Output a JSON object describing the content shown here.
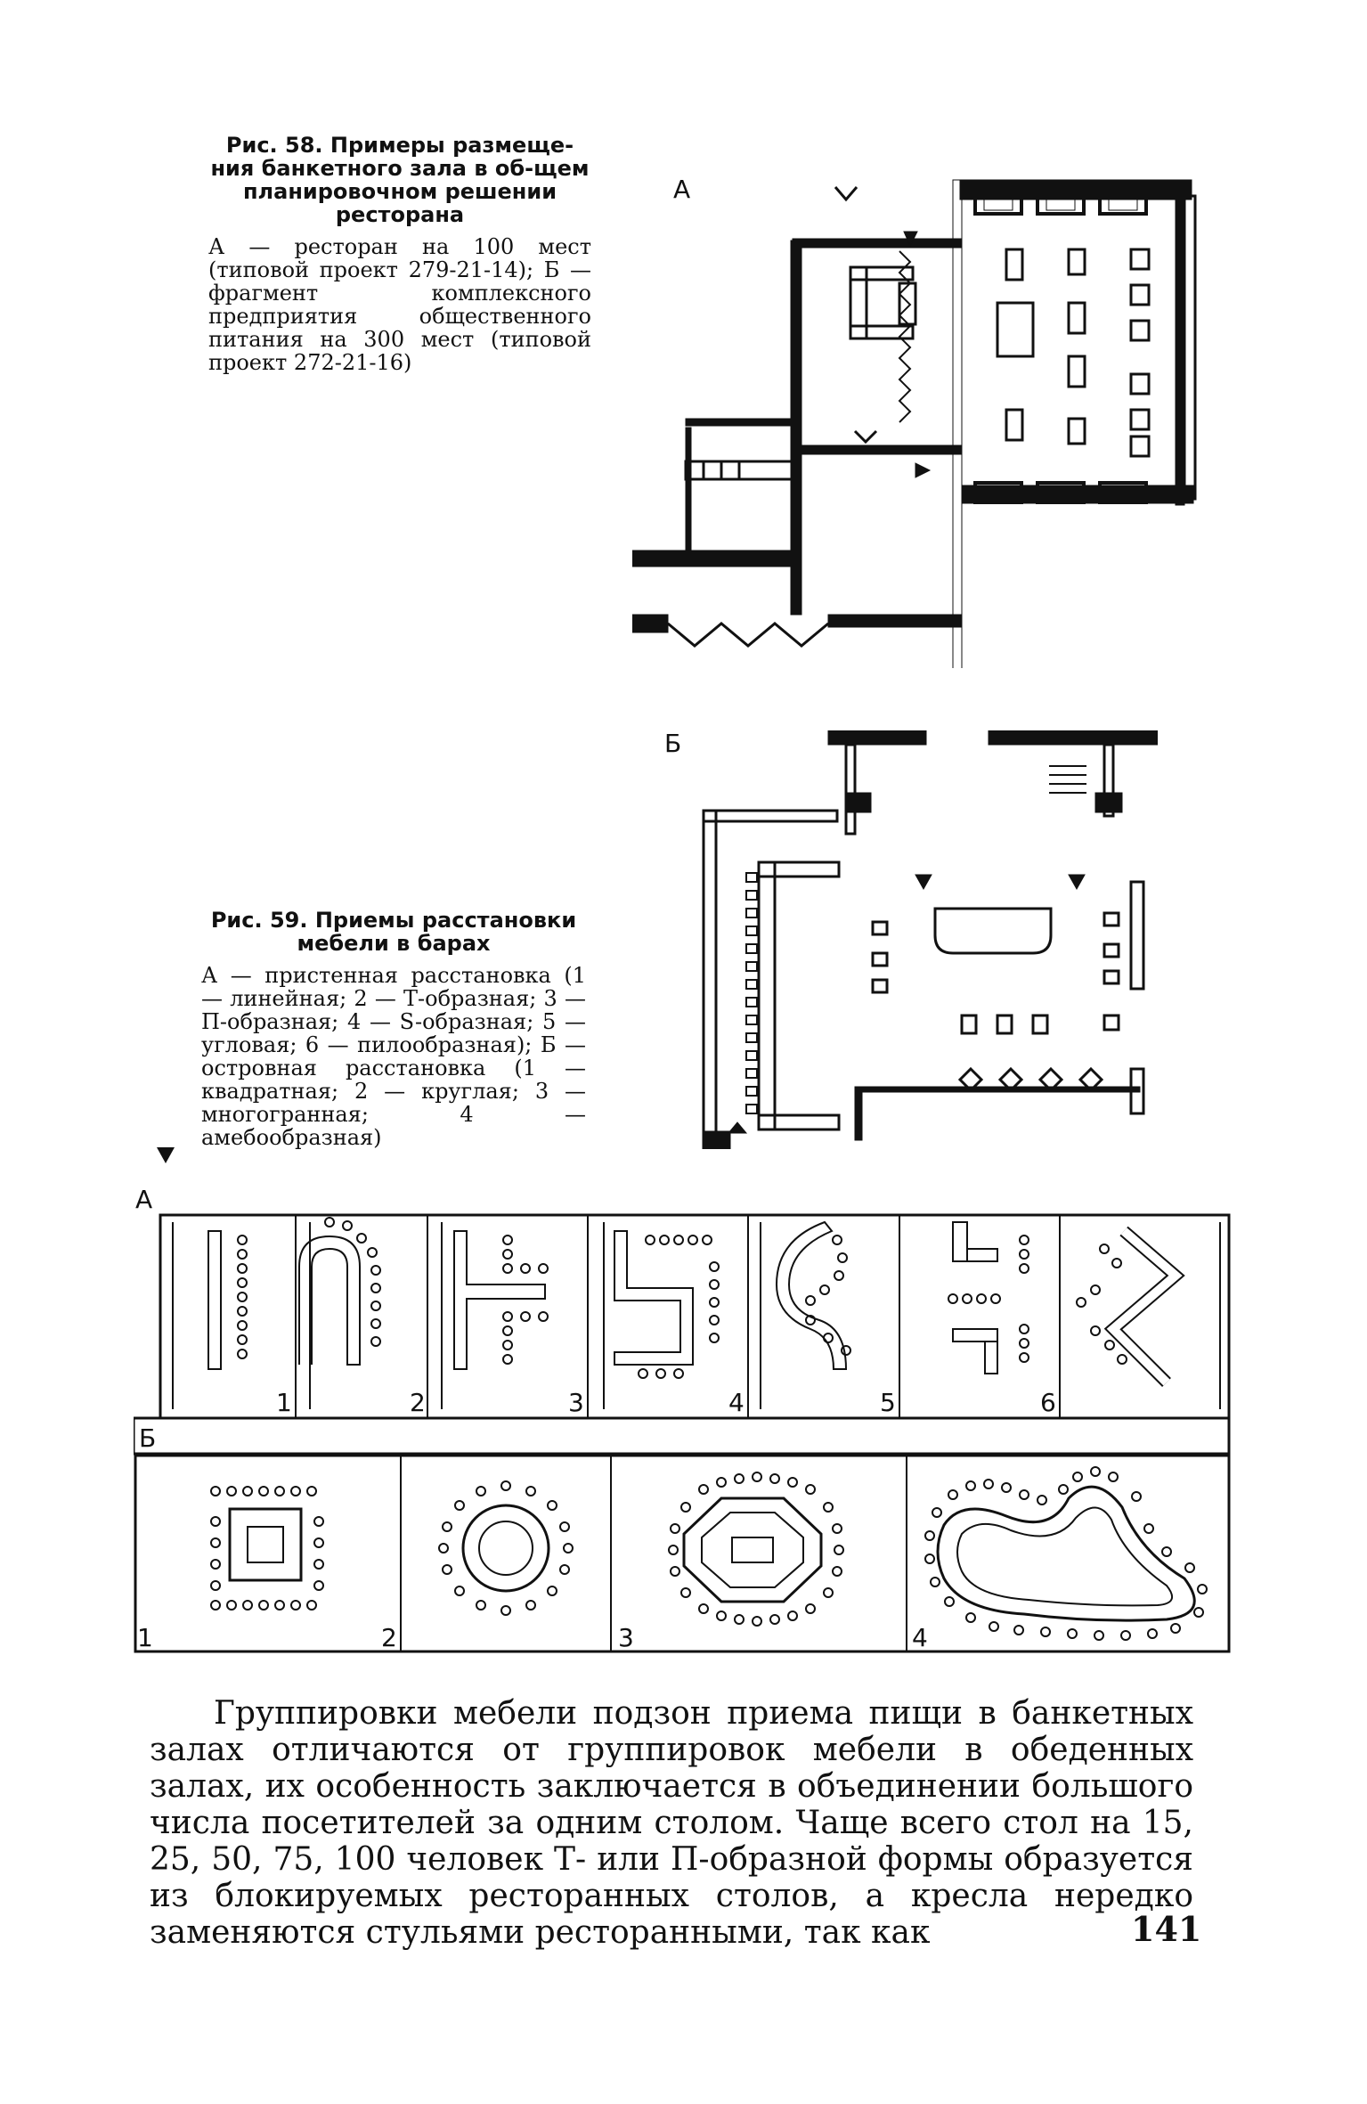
{
  "fig58": {
    "title": "Рис. 58. Примеры размеще-ния банкетного зала в об-щем планировочном решении ресторана",
    "text": "А — ресторан на 100 мест (типовой проект 279-21-14); Б — фрагмент комплексного предприятия общественного питания на 300 мест (типовой проект 272-21-16)",
    "label_a": "А",
    "label_b": "Б"
  },
  "fig59": {
    "title": "Рис. 59. Приемы расстановки мебели в барах",
    "text": "А — пристенная расстановка (1 — линейная; 2 — Т-образная; 3 — П-образная; 4 — S-образная; 5 — угловая; 6 — пилообразная); Б — островная расстановка (1 — квадратная; 2 — круглая; 3 — многогранная; 4 — амебообразная)",
    "label_a": "А",
    "label_b": "Б",
    "row_a_numbers": [
      "1",
      "2",
      "3",
      "4",
      "5",
      "6"
    ],
    "row_b_numbers": [
      "1",
      "2",
      "3",
      "4"
    ]
  },
  "body_paragraph": "Группировки мебели подзон приема пищи в банкетных залах отличаются от группировок мебели в обеденных залах, их особенность заключается в объединении большого числа посетителей за одним столом. Чаще всего стол на 15, 25, 50, 75, 100 человек Т- или П-образной формы образуется из блокируемых ресторанных столов, а кресла нередко заменяются стульями ресторанными, так как",
  "page_number": "141",
  "colors": {
    "ink": "#111111",
    "paper": "#ffffff"
  }
}
